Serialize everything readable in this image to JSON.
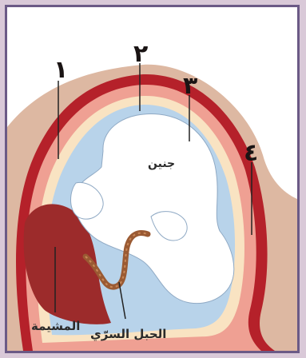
{
  "labels": {
    "n1": "١",
    "n2": "٢",
    "n3": "٣",
    "n4": "٤",
    "fetus": "جنين",
    "placenta": "المشيمة",
    "umbilical_cord": "الحبل السرّي"
  },
  "colors": {
    "frame": "#6b5a86",
    "abdomen_skin": "#ddb8a2",
    "uterus_wall": "#b5212a",
    "pink_layer": "#efa093",
    "light_layer": "#f9e3c2",
    "amniotic_fluid": "#b8d3ea",
    "fetus": "#ffffff",
    "placenta": "#9c2b2b",
    "cord": "#9a5a33"
  }
}
